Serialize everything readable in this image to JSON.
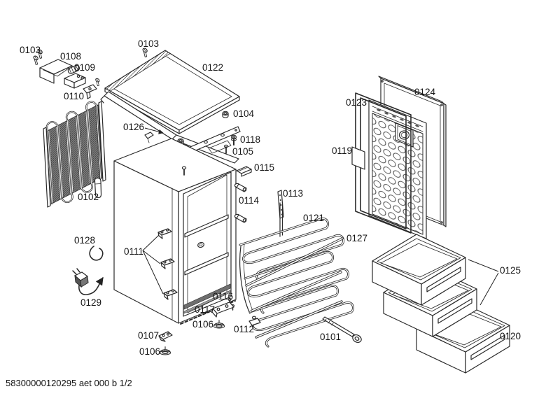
{
  "diagram": {
    "labels": [
      {
        "part": "0103"
      },
      {
        "part": "0108"
      },
      {
        "part": "0109"
      },
      {
        "part": "0110"
      },
      {
        "part": "0103"
      },
      {
        "part": "0122"
      },
      {
        "part": "0126"
      },
      {
        "part": "0104"
      },
      {
        "part": "0118"
      },
      {
        "part": "0105"
      },
      {
        "part": "0115"
      },
      {
        "part": "0114"
      },
      {
        "part": "0113"
      },
      {
        "part": "0121"
      },
      {
        "part": "0127"
      },
      {
        "part": "0119"
      },
      {
        "part": "0123"
      },
      {
        "part": "0124"
      },
      {
        "part": "0102"
      },
      {
        "part": "0128"
      },
      {
        "part": "0111"
      },
      {
        "part": "0129"
      },
      {
        "part": "0116"
      },
      {
        "part": "0117"
      },
      {
        "part": "0106"
      },
      {
        "part": "0107"
      },
      {
        "part": "0106"
      },
      {
        "part": "0112"
      },
      {
        "part": "0101"
      },
      {
        "part": "0125"
      },
      {
        "part": "0120"
      }
    ],
    "footer": {
      "code": "58300000120295 aet 000 b 1/2"
    },
    "colors": {
      "line": "#2a2a2a",
      "fin_fill": "#7d7d7d",
      "background": "#ffffff"
    }
  }
}
